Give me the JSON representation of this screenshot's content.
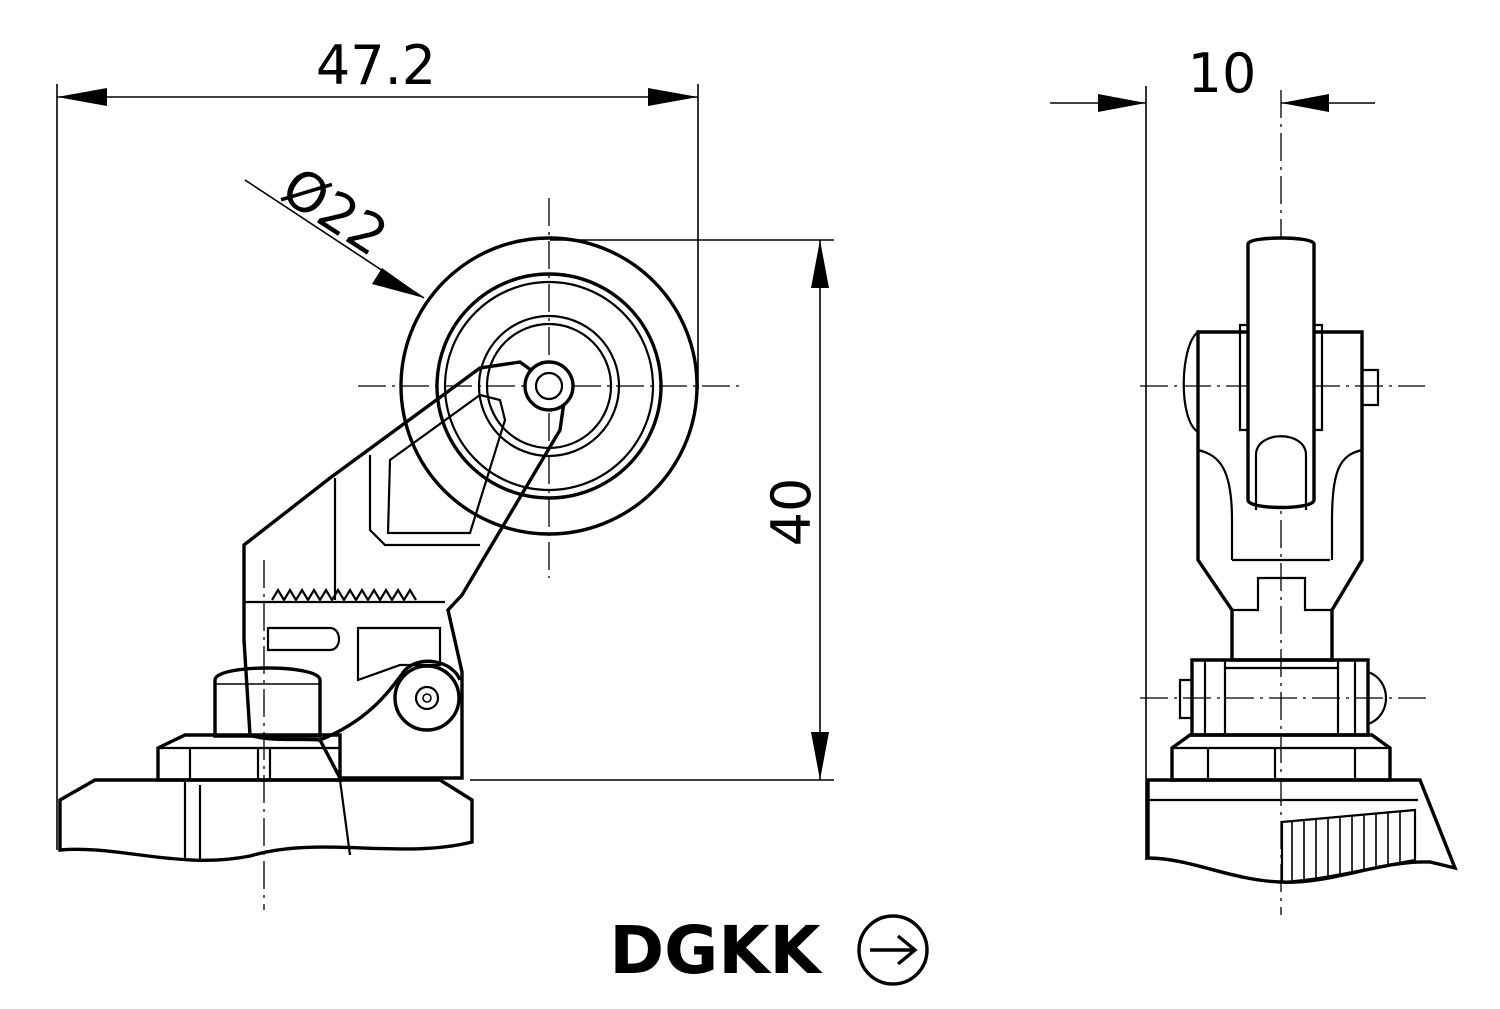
{
  "dimensions": {
    "width_left": "47.2",
    "roller_diameter": "Ø22",
    "height_left": "40",
    "width_right": "10"
  },
  "title": {
    "label": "DGKK",
    "direction_icon": "circled-arrow-right-icon"
  }
}
